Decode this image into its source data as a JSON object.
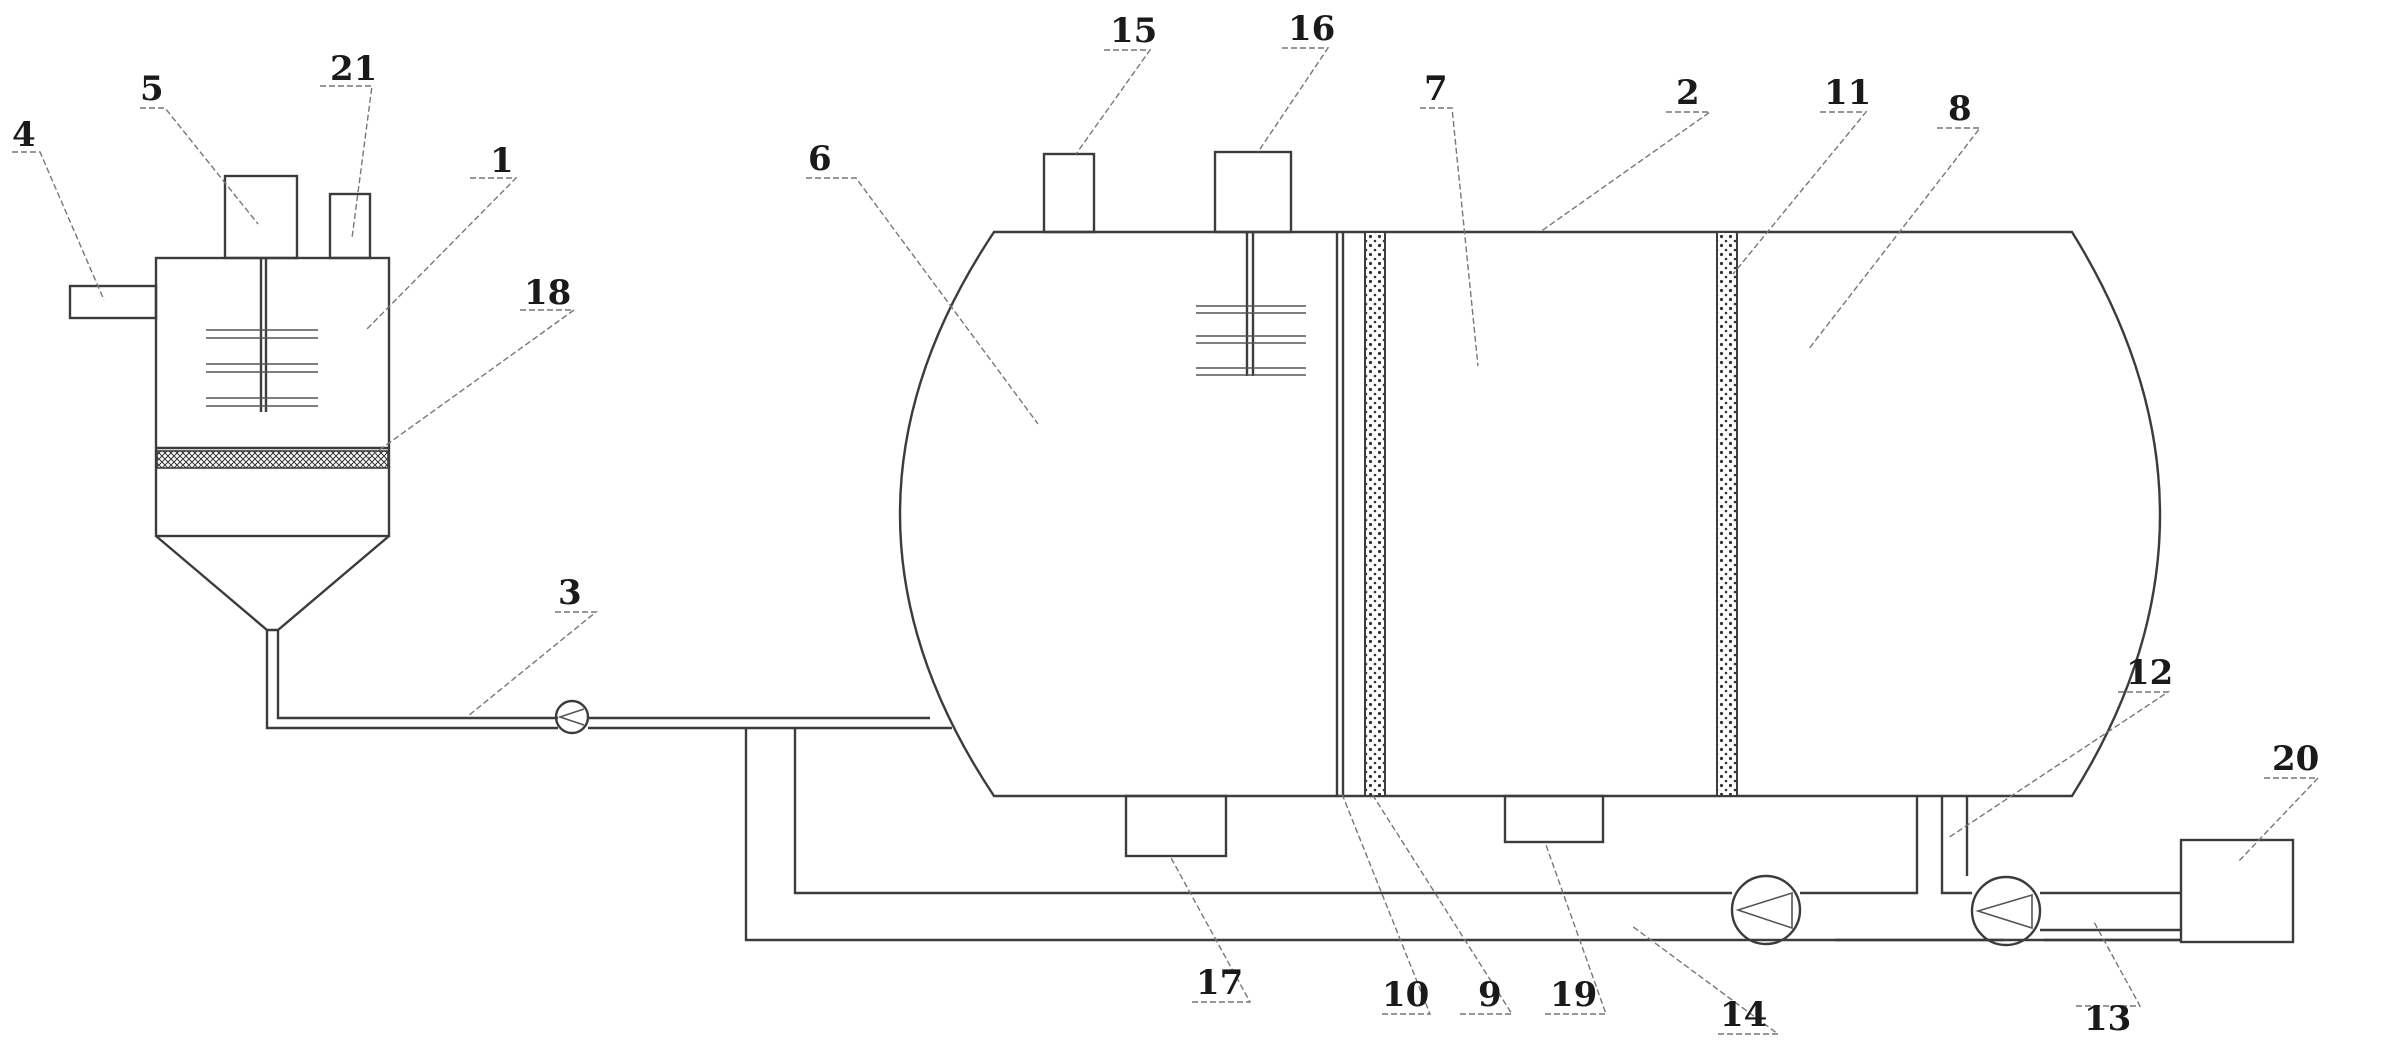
{
  "colors": {
    "line": "#3c3c3c",
    "background": "#ffffff"
  },
  "labels": {
    "n1": "1",
    "n2": "2",
    "n3": "3",
    "n4": "4",
    "n5": "5",
    "n6": "6",
    "n7": "7",
    "n8": "8",
    "n9": "9",
    "n10": "10",
    "n11": "11",
    "n12": "12",
    "n13": "13",
    "n14": "14",
    "n15": "15",
    "n16": "16",
    "n17": "17",
    "n18": "18",
    "n19": "19",
    "n20": "20",
    "n21": "21"
  }
}
